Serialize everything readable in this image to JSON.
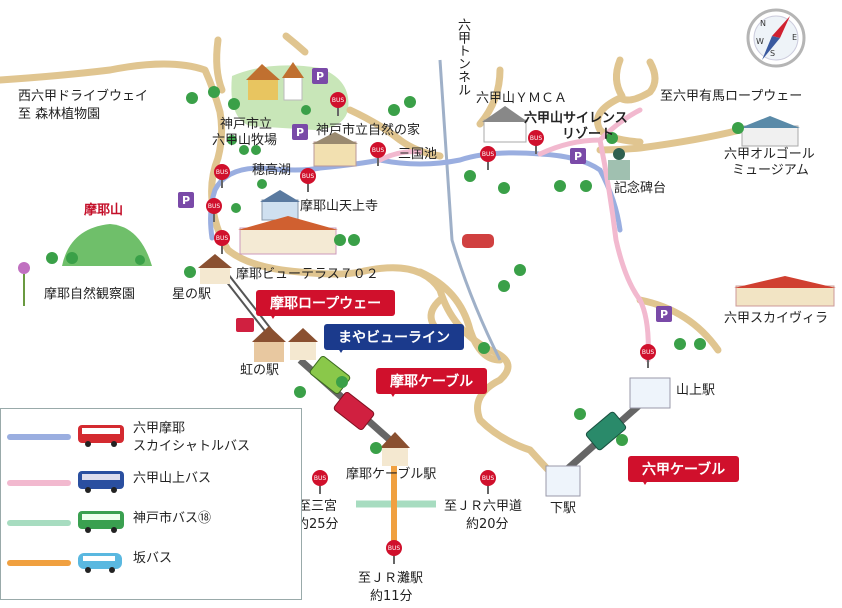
{
  "labels": {
    "nishi_rokko": "西六甲ドライブウェイ",
    "shinrin": "至 森林植物園",
    "bokujo1": "神戸市立",
    "bokujo2": "六甲山牧場",
    "shizen_no_ie": "神戸市立自然の家",
    "sankokuike": "三国池",
    "hotakako": "穂高湖",
    "tenjoji": "摩耶山天上寺",
    "mayasan": "摩耶山",
    "maya_nature": "摩耶自然観察園",
    "view_terrace": "摩耶ビューテラス７０２",
    "hoshi_no_eki": "星の駅",
    "niji_no_eki": "虹の駅",
    "tunnel": "六甲トンネル",
    "ymca": "六甲山ＹＭＣＡ",
    "silence1": "六甲山サイレンス",
    "silence2": "リゾート",
    "arima": "至六甲有馬ロープウェー",
    "orgel1": "六甲オルゴール",
    "orgel2": "ミュージアム",
    "kinenhitai": "記念碑台",
    "skyvilla": "六甲スカイヴィラ",
    "sanjo_eki": "山上駅",
    "shimo_eki": "下駅",
    "maya_cable_eki": "摩耶ケーブル駅",
    "sannomiya": "至三宮",
    "sannomiya_time": "約25分",
    "jr_rokkomichi": "至ＪＲ六甲道",
    "jr_rokkomichi_time": "約20分",
    "jr_nada": "至ＪＲ灘駅",
    "jr_nada_time": "約11分"
  },
  "banners": {
    "maya_ropeway": "摩耶ロープウェー",
    "maya_view_line": "まやビューライン",
    "maya_cable": "摩耶ケーブル",
    "rokko_cable": "六甲ケーブル"
  },
  "legend": [
    {
      "line1": "六甲摩耶",
      "line2": "スカイシャトルバス",
      "color": "#9aaee0",
      "bus_color": "#d42a30"
    },
    {
      "line1": "六甲山上バス",
      "line2": "",
      "color": "#f2b9cf",
      "bus_color": "#2a4fa0"
    },
    {
      "line1": "神戸市バス⑱",
      "line2": "",
      "color": "#a7dcc0",
      "bus_color": "#3aa050"
    },
    {
      "line1": "坂バス",
      "line2": "",
      "color": "#f0a040",
      "bus_color": "#5ab8e0"
    }
  ],
  "map_marks": {
    "bus_stop": "BUS",
    "parking": "P",
    "compass": [
      "N",
      "E",
      "S",
      "W"
    ]
  },
  "colors": {
    "road": "#e0c590",
    "shuttle_route": "#9aaee0",
    "sanjo_bus_route": "#f2b9cf",
    "city_bus_route": "#a7dcc0",
    "saka_bus_route": "#f0a040",
    "tunnel": "#9fb0c8",
    "red_banner": "#d0102c",
    "blue_banner": "#1b3a8c"
  }
}
